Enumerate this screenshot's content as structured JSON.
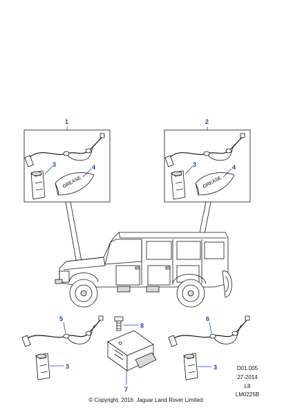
{
  "callouts": {
    "c1": "1",
    "c2": "2",
    "c3a": "3",
    "c3b": "3",
    "c3c": "3",
    "c3d": "3",
    "c4a": "4",
    "c4b": "4",
    "c5": "5",
    "c6": "6",
    "c7": "7",
    "c8": "8"
  },
  "labels": {
    "grease_a": "GREASE",
    "grease_b": "GREASE"
  },
  "reference": {
    "line1": "D01.005",
    "line2": "27-2014",
    "line3": "L8",
    "line4": "LM0225B"
  },
  "copyright": "© Copyright, 2016. Jaguar Land Rover Limited.",
  "colors": {
    "callout": "#1a3fb0",
    "line": "#111111"
  }
}
